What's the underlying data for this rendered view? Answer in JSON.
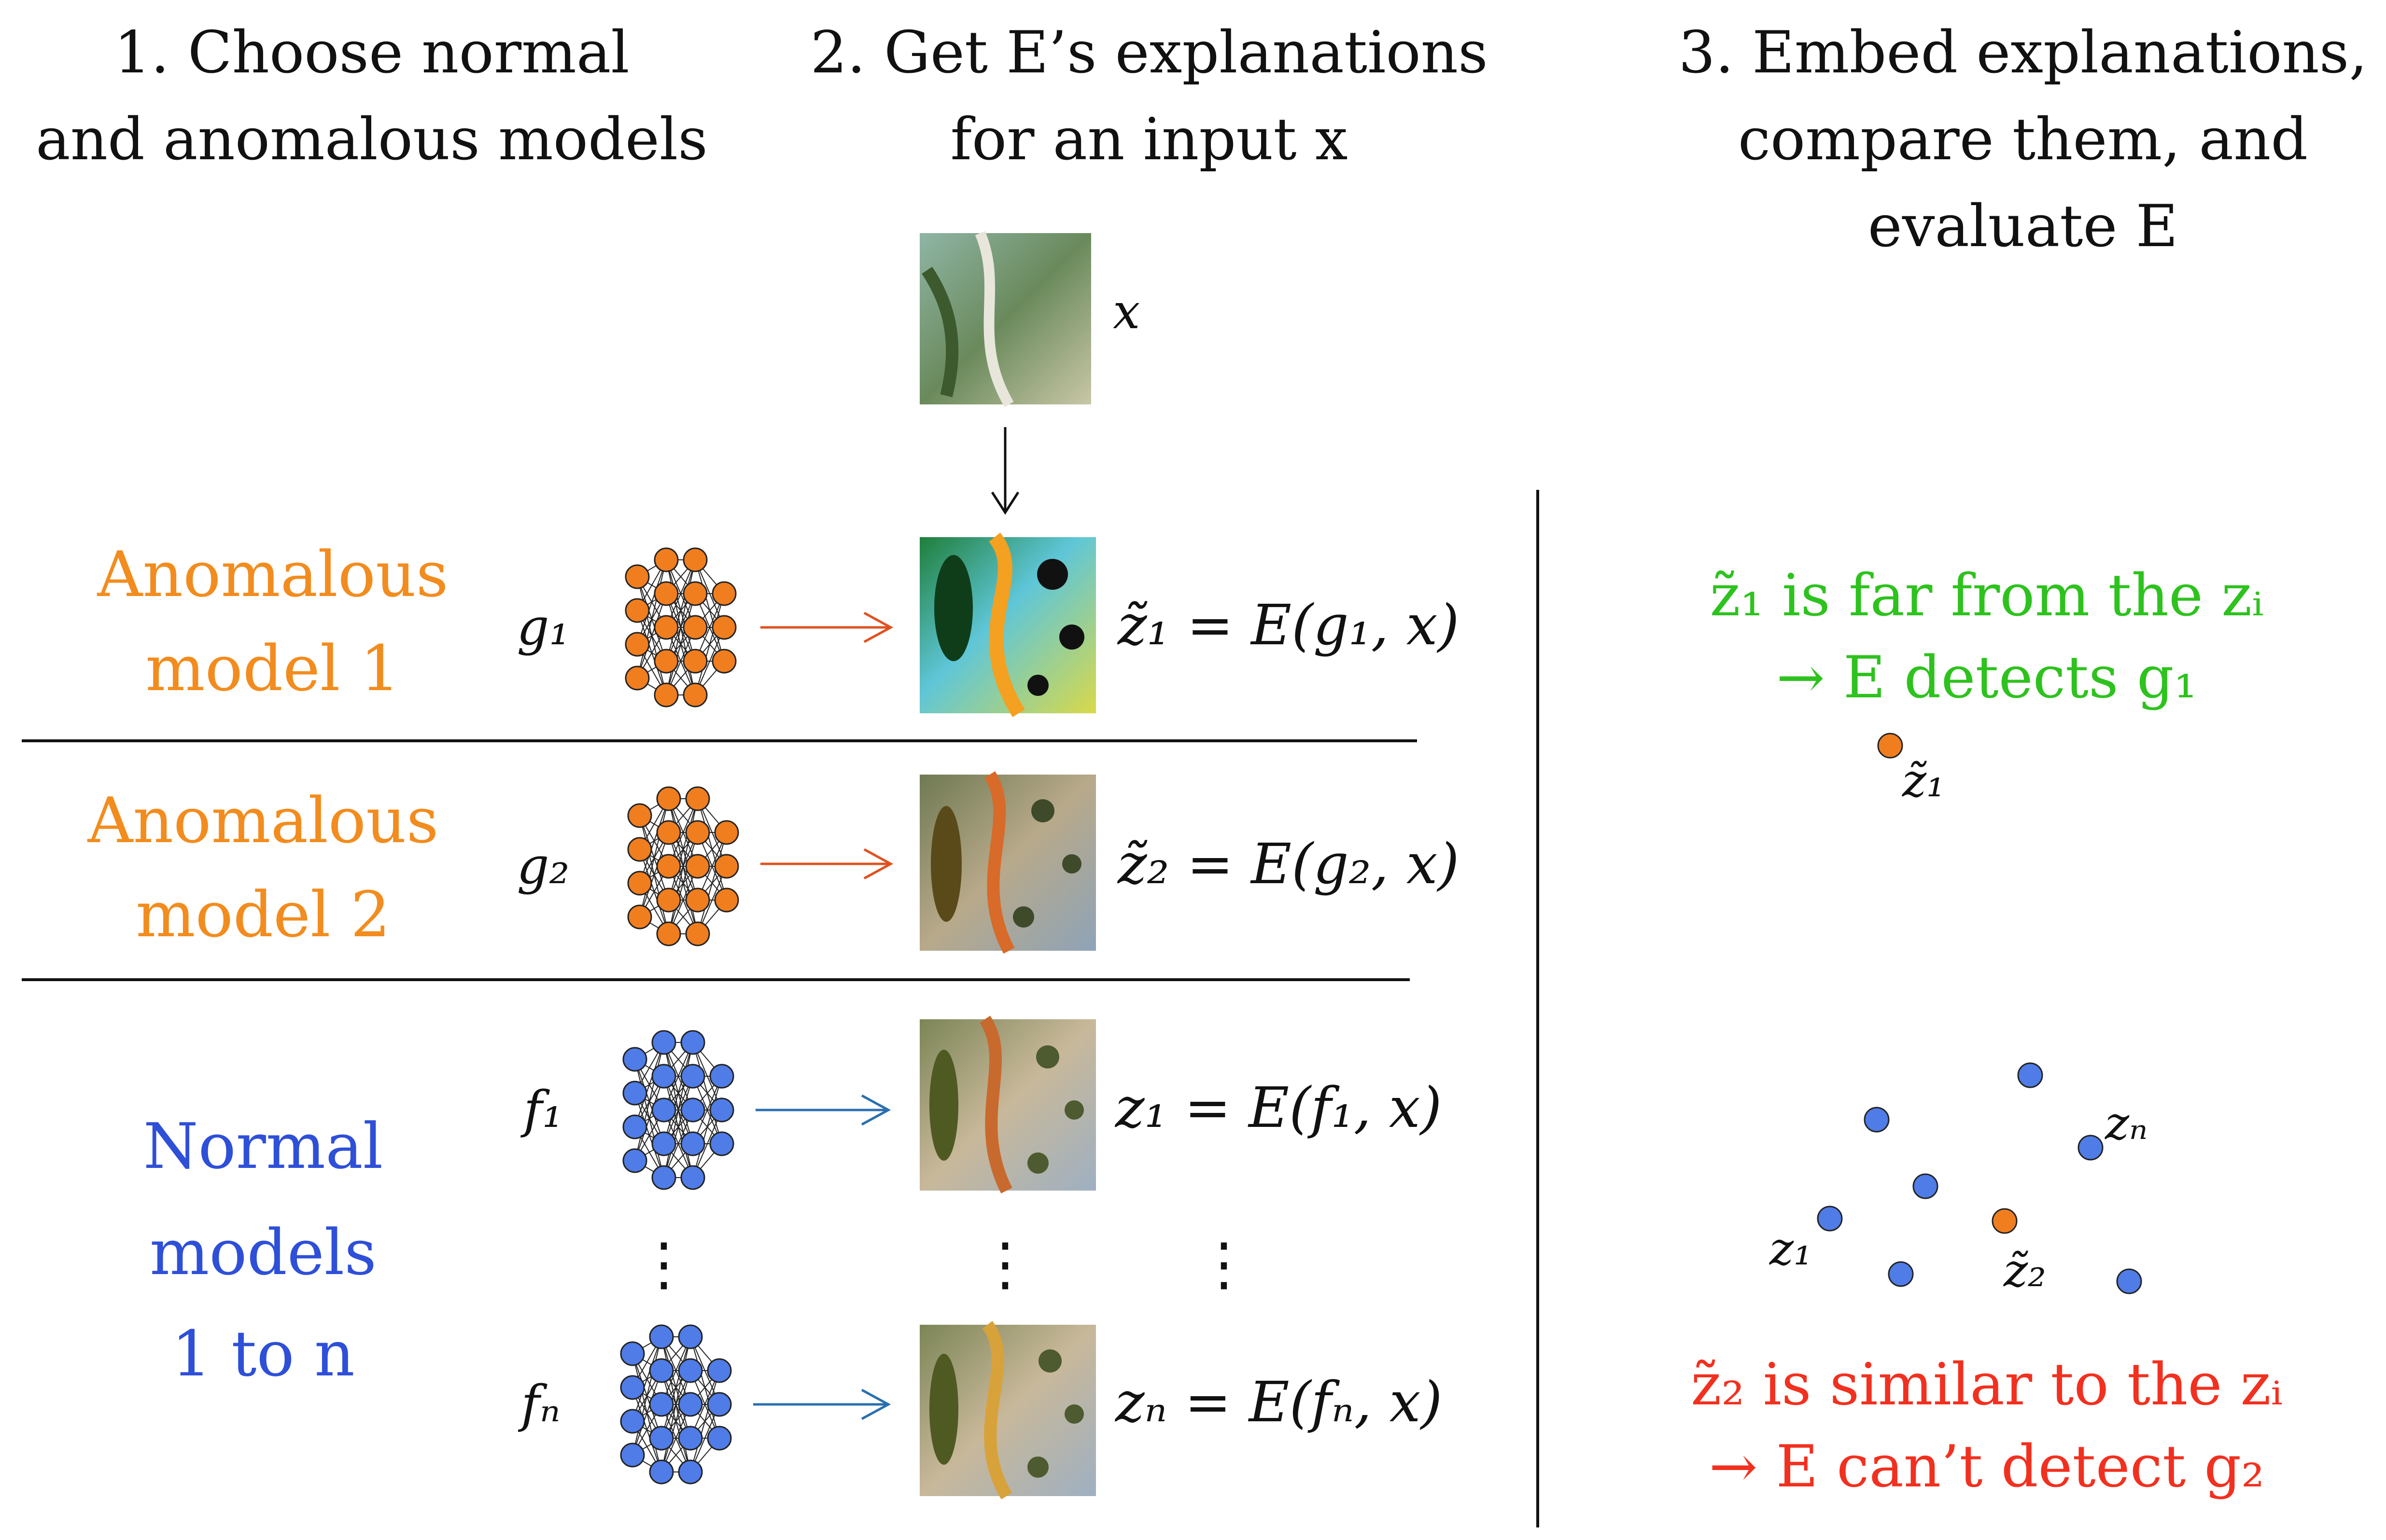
{
  "headers": {
    "col1": [
      "1. Choose normal",
      "and anomalous models"
    ],
    "col2": [
      "2. Get E’s explanations",
      "for an input x"
    ],
    "col3": [
      "3. Embed explanations,",
      "compare them, and",
      "evaluate E"
    ]
  },
  "input": {
    "label": "x"
  },
  "groups": {
    "anomalous1": {
      "lines": [
        "Anomalous",
        "model 1"
      ],
      "model_label": "g₁",
      "equation": "z̃₁ = E(g₁, x)"
    },
    "anomalous2": {
      "lines": [
        "Anomalous",
        "model 2"
      ],
      "model_label": "g₂",
      "equation": "z̃₂ = E(g₂, x)"
    },
    "normal": {
      "lines": [
        "Normal",
        "models",
        "1 to n"
      ],
      "first": {
        "model_label": "f₁",
        "equation": "z₁ = E(f₁, x)"
      },
      "last": {
        "model_label": "fₙ",
        "equation": "zₙ = E(fₙ, x)"
      },
      "ellipsis": "⋮"
    }
  },
  "embedding": {
    "detect_text": [
      "z̃₁ is far from the zᵢ",
      "→ E detects g₁"
    ],
    "fail_text": [
      "z̃₂ is similar to the zᵢ",
      "→ E can’t detect g₂"
    ],
    "point_labels": {
      "anomaly1": "z̃₁",
      "anomaly2": "z̃₂",
      "first": "z₁",
      "last": "zₙ"
    }
  },
  "colors": {
    "anomalous": "#f28c1e",
    "normal": "#2e4fd8",
    "node_anomalous": "#f07e1f",
    "node_normal": "#4f7ce6",
    "arrow_anomalous": "#e0511f",
    "arrow_normal": "#2a6fb0",
    "detect_text": "#2ec21e",
    "fail_text": "#f2301f"
  }
}
